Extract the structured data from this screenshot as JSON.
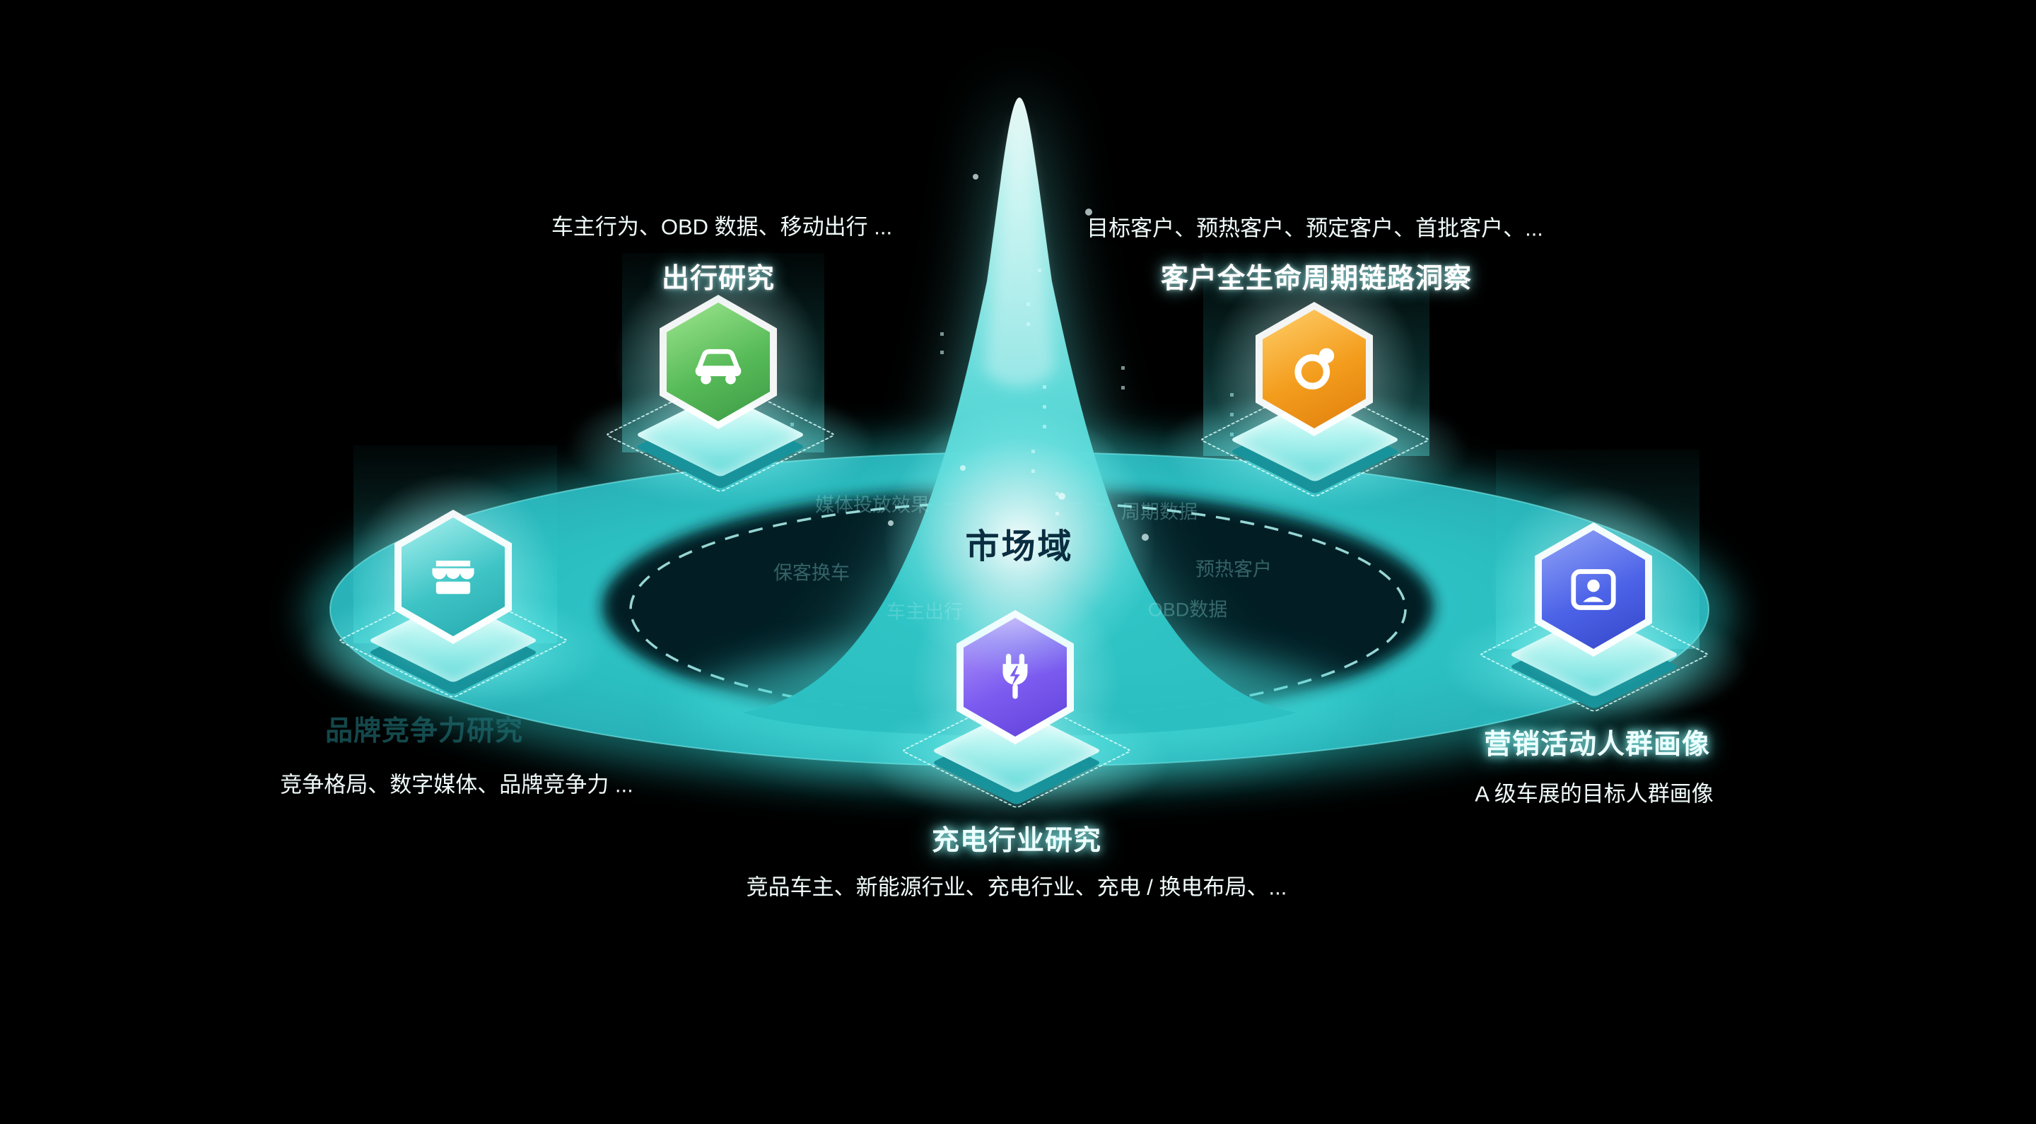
{
  "diagram": {
    "center": {
      "label": "市场域"
    },
    "nodes": [
      {
        "title": "出行研究",
        "subtitle": "车主行为、OBD 数据、移动出行 ...",
        "icon": "car-icon",
        "color": "#4fae52"
      },
      {
        "title": "客户全生命周期链路洞察",
        "subtitle": "目标客户、预热客户、预定客户、首批客户、...",
        "icon": "orbit-icon",
        "color": "#f09018"
      },
      {
        "title": "品牌竞争力研究",
        "subtitle": "竞争格局、数字媒体、品牌竞争力 ...",
        "icon": "store-icon",
        "color": "#35c2c4"
      },
      {
        "title": "充电行业研究",
        "subtitle": "竞品车主、新能源行业、充电行业、充电 / 换电布局、...",
        "icon": "charge-icon",
        "color": "#7c5bf0"
      },
      {
        "title": "营销活动人群画像",
        "subtitle": "A 级车展的目标人群画像",
        "icon": "idcard-icon",
        "color": "#4a5fe0"
      }
    ],
    "ghost_labels": [
      {
        "text": "媒体投放效果"
      },
      {
        "text": "周期数据"
      },
      {
        "text": "保客换车"
      },
      {
        "text": "车主出行"
      },
      {
        "text": "预热客户"
      },
      {
        "text": "OBD数据"
      }
    ],
    "colors": {
      "background": "#000000",
      "teal": "#2cc9c9",
      "bright_cyan": "#8ff3f0",
      "center_text": "#0a2d40"
    }
  }
}
